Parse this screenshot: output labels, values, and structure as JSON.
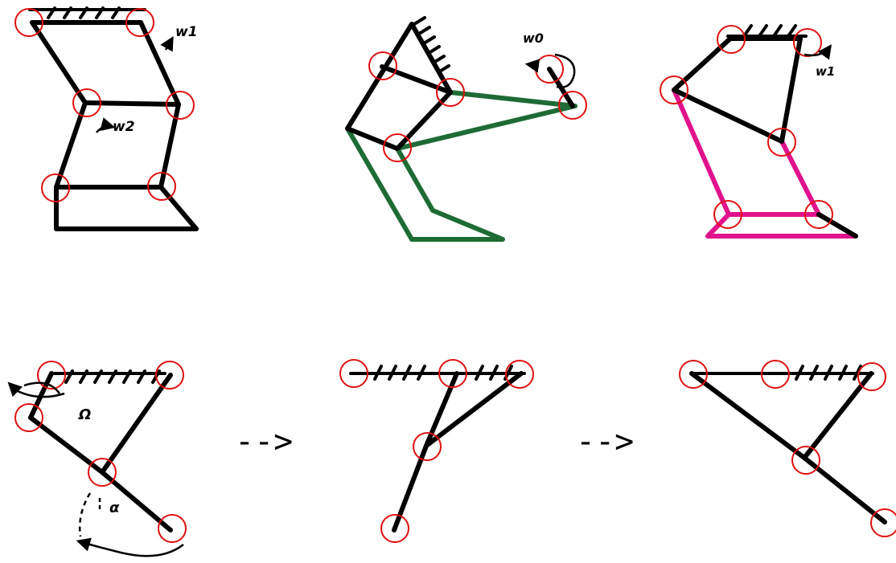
{
  "colors": {
    "link": "#000000",
    "joint": "#e01010",
    "overlay_green": "#1e6b35",
    "overlay_magenta": "#e0128c"
  },
  "labels": {
    "diagram1_w1": "w1",
    "diagram1_w2": "w2",
    "diagram2_w0": "w0",
    "diagram3_w1": "w1",
    "diagram4_omega": "Ω",
    "diagram4_alpha": "α",
    "arrow1": "-->",
    "arrow2": "-->"
  }
}
